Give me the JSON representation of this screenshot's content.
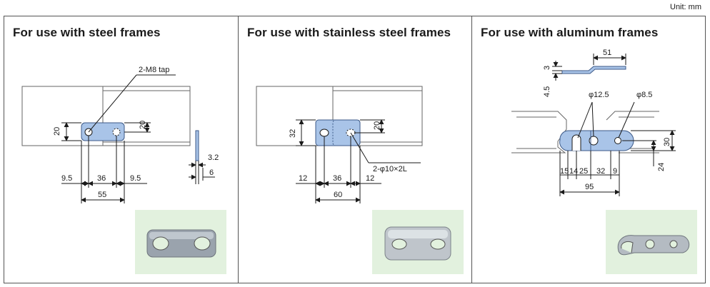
{
  "unit_label": "Unit: mm",
  "panels": [
    {
      "title": "For use with steel frames",
      "callout": "2-M8 tap",
      "dims": {
        "height": "20",
        "hole_offset": "20",
        "thickness": "3.2",
        "depth": "6",
        "left_margin": "9.5",
        "pitch": "36",
        "right_margin": "9.5",
        "overall": "55"
      }
    },
    {
      "title": "For use with stainless steel frames",
      "callout": "2-φ10×2L",
      "dims": {
        "height": "32",
        "hole_offset": "20",
        "left_margin": "12",
        "pitch": "36",
        "right_margin": "12",
        "overall": "60"
      }
    },
    {
      "title": "For use with aluminum frames",
      "dims": {
        "top_length": "51",
        "thickness": "3",
        "offset": "4.5",
        "hole_large": "φ12.5",
        "hole_small": "φ8.5",
        "height": "30",
        "hole_offset": "24",
        "d1": "15",
        "d2": "14",
        "d3": "25",
        "d4": "32",
        "d5": "9",
        "overall": "95"
      }
    }
  ],
  "colors": {
    "plate_fill": "#a9c4e8",
    "plate_stroke": "#3d5a88",
    "photo_bg": "#e2f1de",
    "line": "#1a1a1a"
  }
}
